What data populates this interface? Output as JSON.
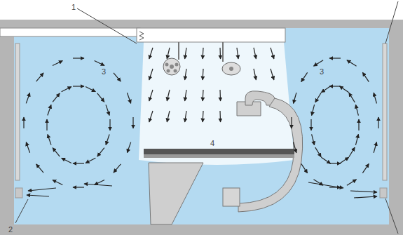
{
  "diagram": {
    "labels": [
      "1",
      "2",
      "3",
      "3",
      "4"
    ]
  }
}
